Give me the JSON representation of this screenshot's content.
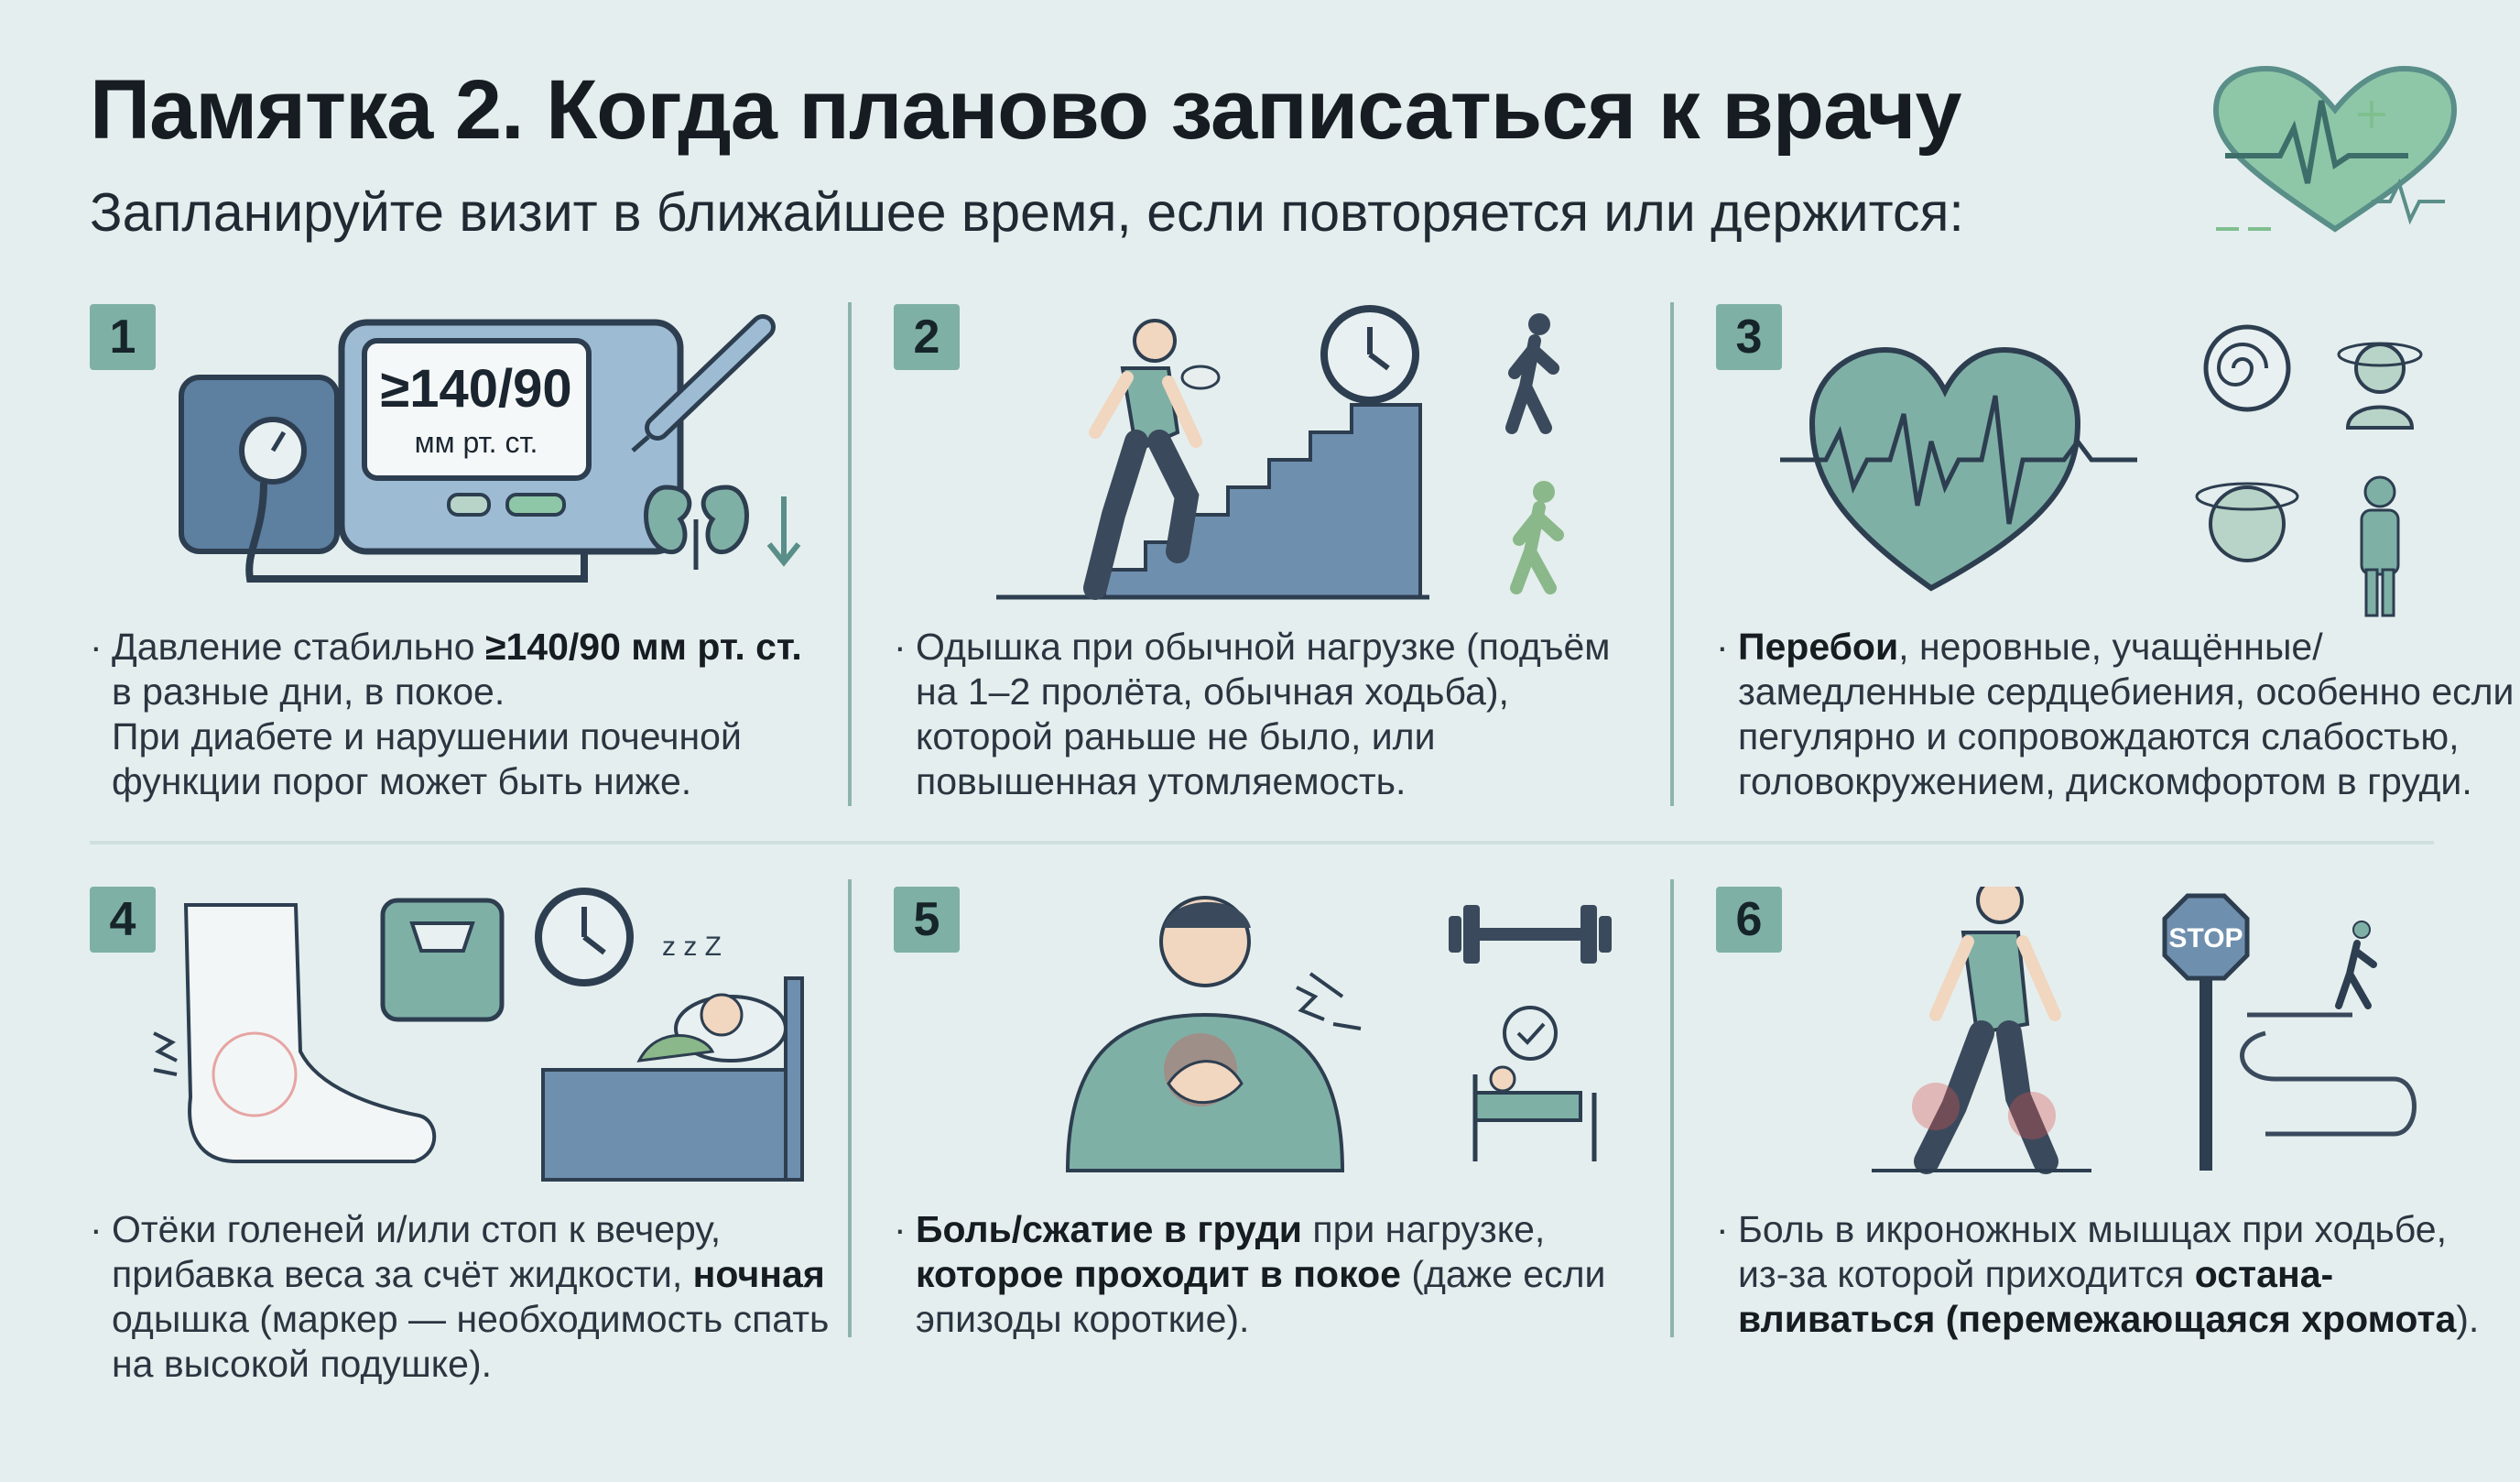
{
  "title": "Памятка 2. Когда планово записаться к врачу",
  "subtitle": "Запланируйте визит в ближайшее время, если повторяется или держится:",
  "colors": {
    "teal": "#7fb0a6",
    "blue": "#5d7fa0",
    "green": "#8ab88a",
    "navy": "#3a4a5c",
    "red": "#d9534f"
  },
  "cards": [
    {
      "num": "1",
      "bp_value": "≥140/90",
      "bp_unit": "мм рт. ст.",
      "l1a": "Давление стабильно ",
      "l1b": "≥140/90 мм рт. ст.",
      "l2": "в разные дни, в покое.",
      "l3": "При диабете и нарушении почечной",
      "l4": "функции порог может быть ниже."
    },
    {
      "num": "2",
      "l1": "Одышка при обычной нагрузке (подъём",
      "l2": "на 1–2 пролёта, обычная ходьба),",
      "l3": "которой раньше не было, или",
      "l4": "повышенная утомляемость."
    },
    {
      "num": "3",
      "l1a": "Перебои",
      "l1b": ", неровные, учащённые/",
      "l2": "замедленные сердцебиения, особенно если",
      "l3": "пегулярно и сопровождаются слабостью,",
      "l4": "головокружением, дискомфортом в груди."
    },
    {
      "num": "4",
      "zzz": "z z Z",
      "l1": "Отёки голеней и/или стоп к вечеру,",
      "l2a": "прибавка веса за счёт жидкости, ",
      "l2b": "ночная",
      "l3": "одышка (маркер — необходимость спать",
      "l4": "на высокой подушке)."
    },
    {
      "num": "5",
      "l1a": "Боль/сжатие в груди",
      "l1b": " при нагрузке,",
      "l2a": "которое проходит в покое",
      "l2b": " (даже если",
      "l3": "эпизоды короткие)."
    },
    {
      "num": "6",
      "stop": "STOP",
      "l1": "Боль в икроножных мышцах при ходьбе,",
      "l2a": "из-за которой приходится ",
      "l2b": "остана-",
      "l3a": "вливаться (перемежающаяся хромота",
      "l3b": ")."
    }
  ]
}
